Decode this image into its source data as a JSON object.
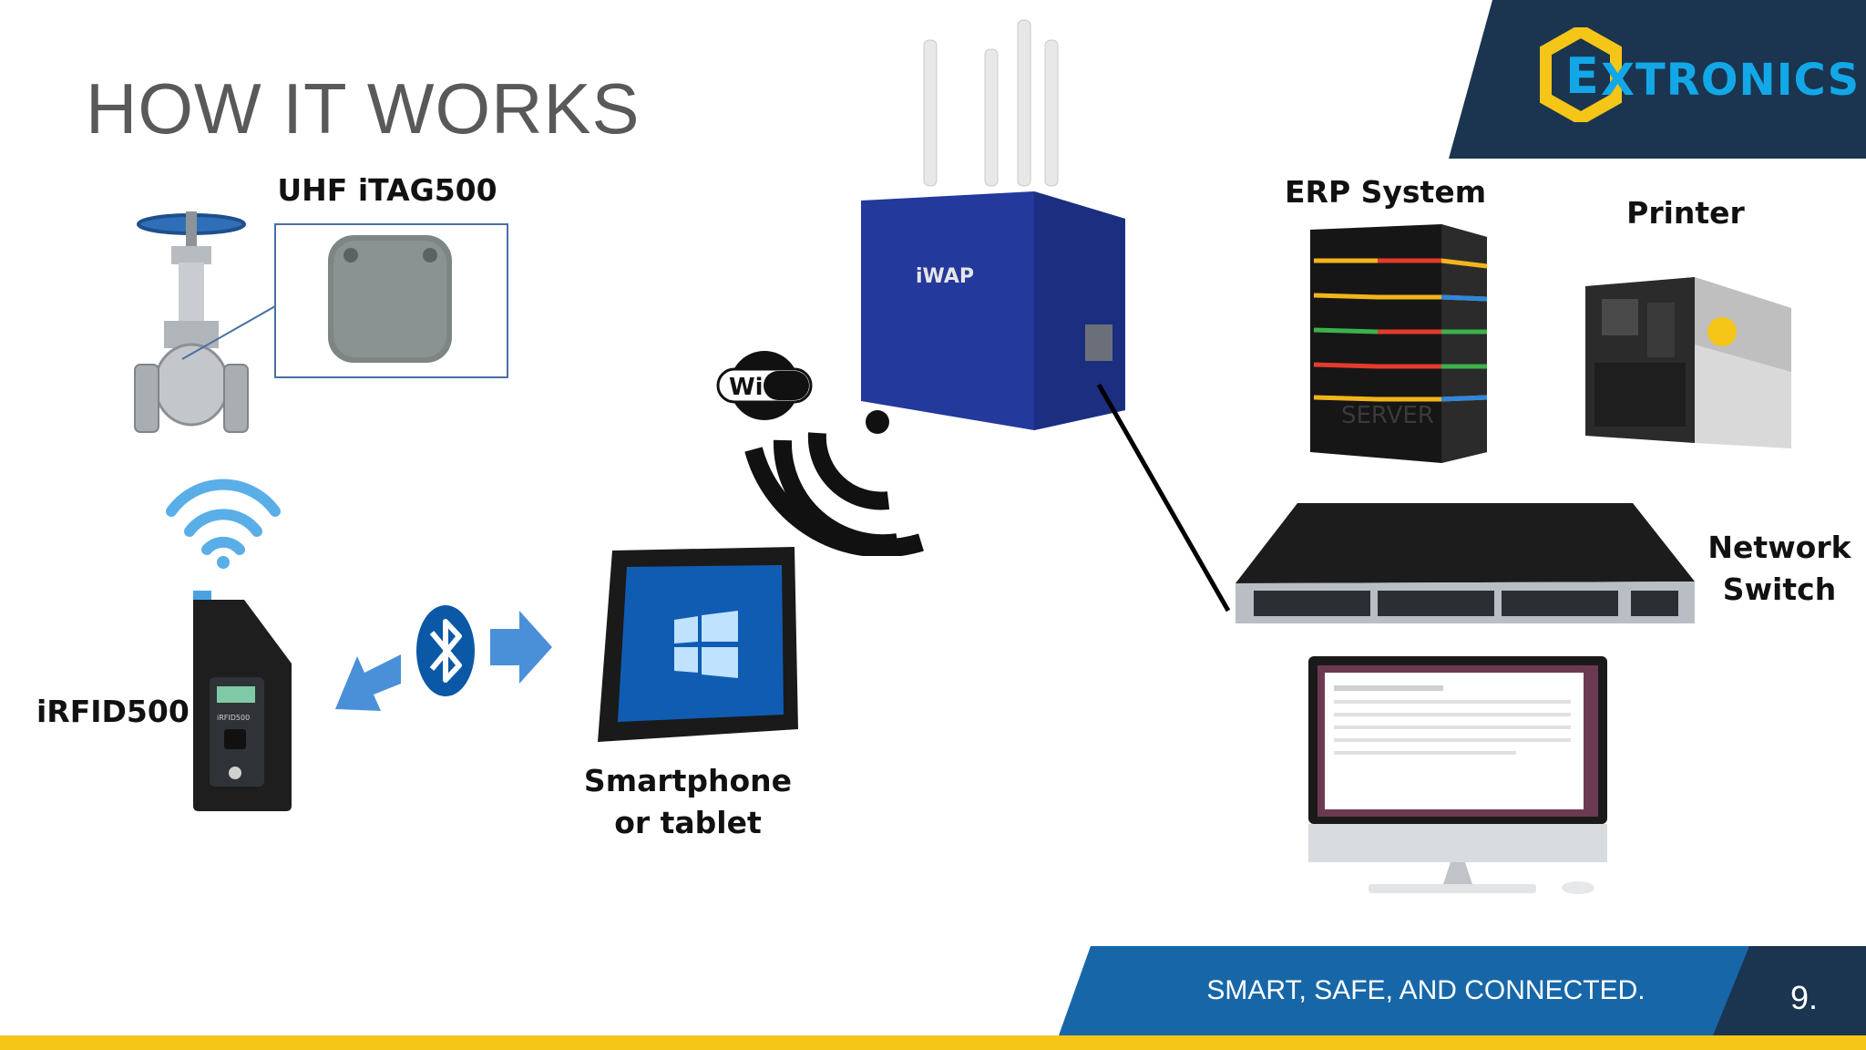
{
  "slide": {
    "title": "HOW IT WORKS",
    "footer_tagline": "SMART, SAFE, AND CONNECTED.",
    "page_number": "9."
  },
  "logo": {
    "letter": "E",
    "text": "XTRONICS",
    "icon": "hexagon-logo-icon"
  },
  "labels": {
    "tag": "UHF iTAG500",
    "reader": "iRFID500",
    "device_line1": "Smartphone",
    "device_line2": "or tablet",
    "erp": "ERP System",
    "printer": "Printer",
    "switch_line1": "Network",
    "switch_line2": "Switch"
  },
  "device_text": {
    "iwap": "iWAP",
    "wifi": "Wi Fi",
    "server": "SERVER",
    "reader_screen": "iRFID500"
  },
  "icons": [
    "gate-valve-icon",
    "wireless-signal-icon",
    "rfid-reader-icon",
    "bluetooth-icon",
    "arrow-left-icon",
    "arrow-right-icon",
    "tablet-icon",
    "wifi-logo-icon",
    "wifi-signal-icon",
    "access-point-icon",
    "server-icon",
    "printer-icon",
    "network-switch-icon",
    "imac-icon"
  ],
  "colors": {
    "navy": "#1b3550",
    "blue": "#1767a8",
    "yellow": "#f5c518",
    "logo_blue": "#12a8e8",
    "iwap_blue": "#23399c",
    "arrow_blue": "#4a90d9"
  }
}
